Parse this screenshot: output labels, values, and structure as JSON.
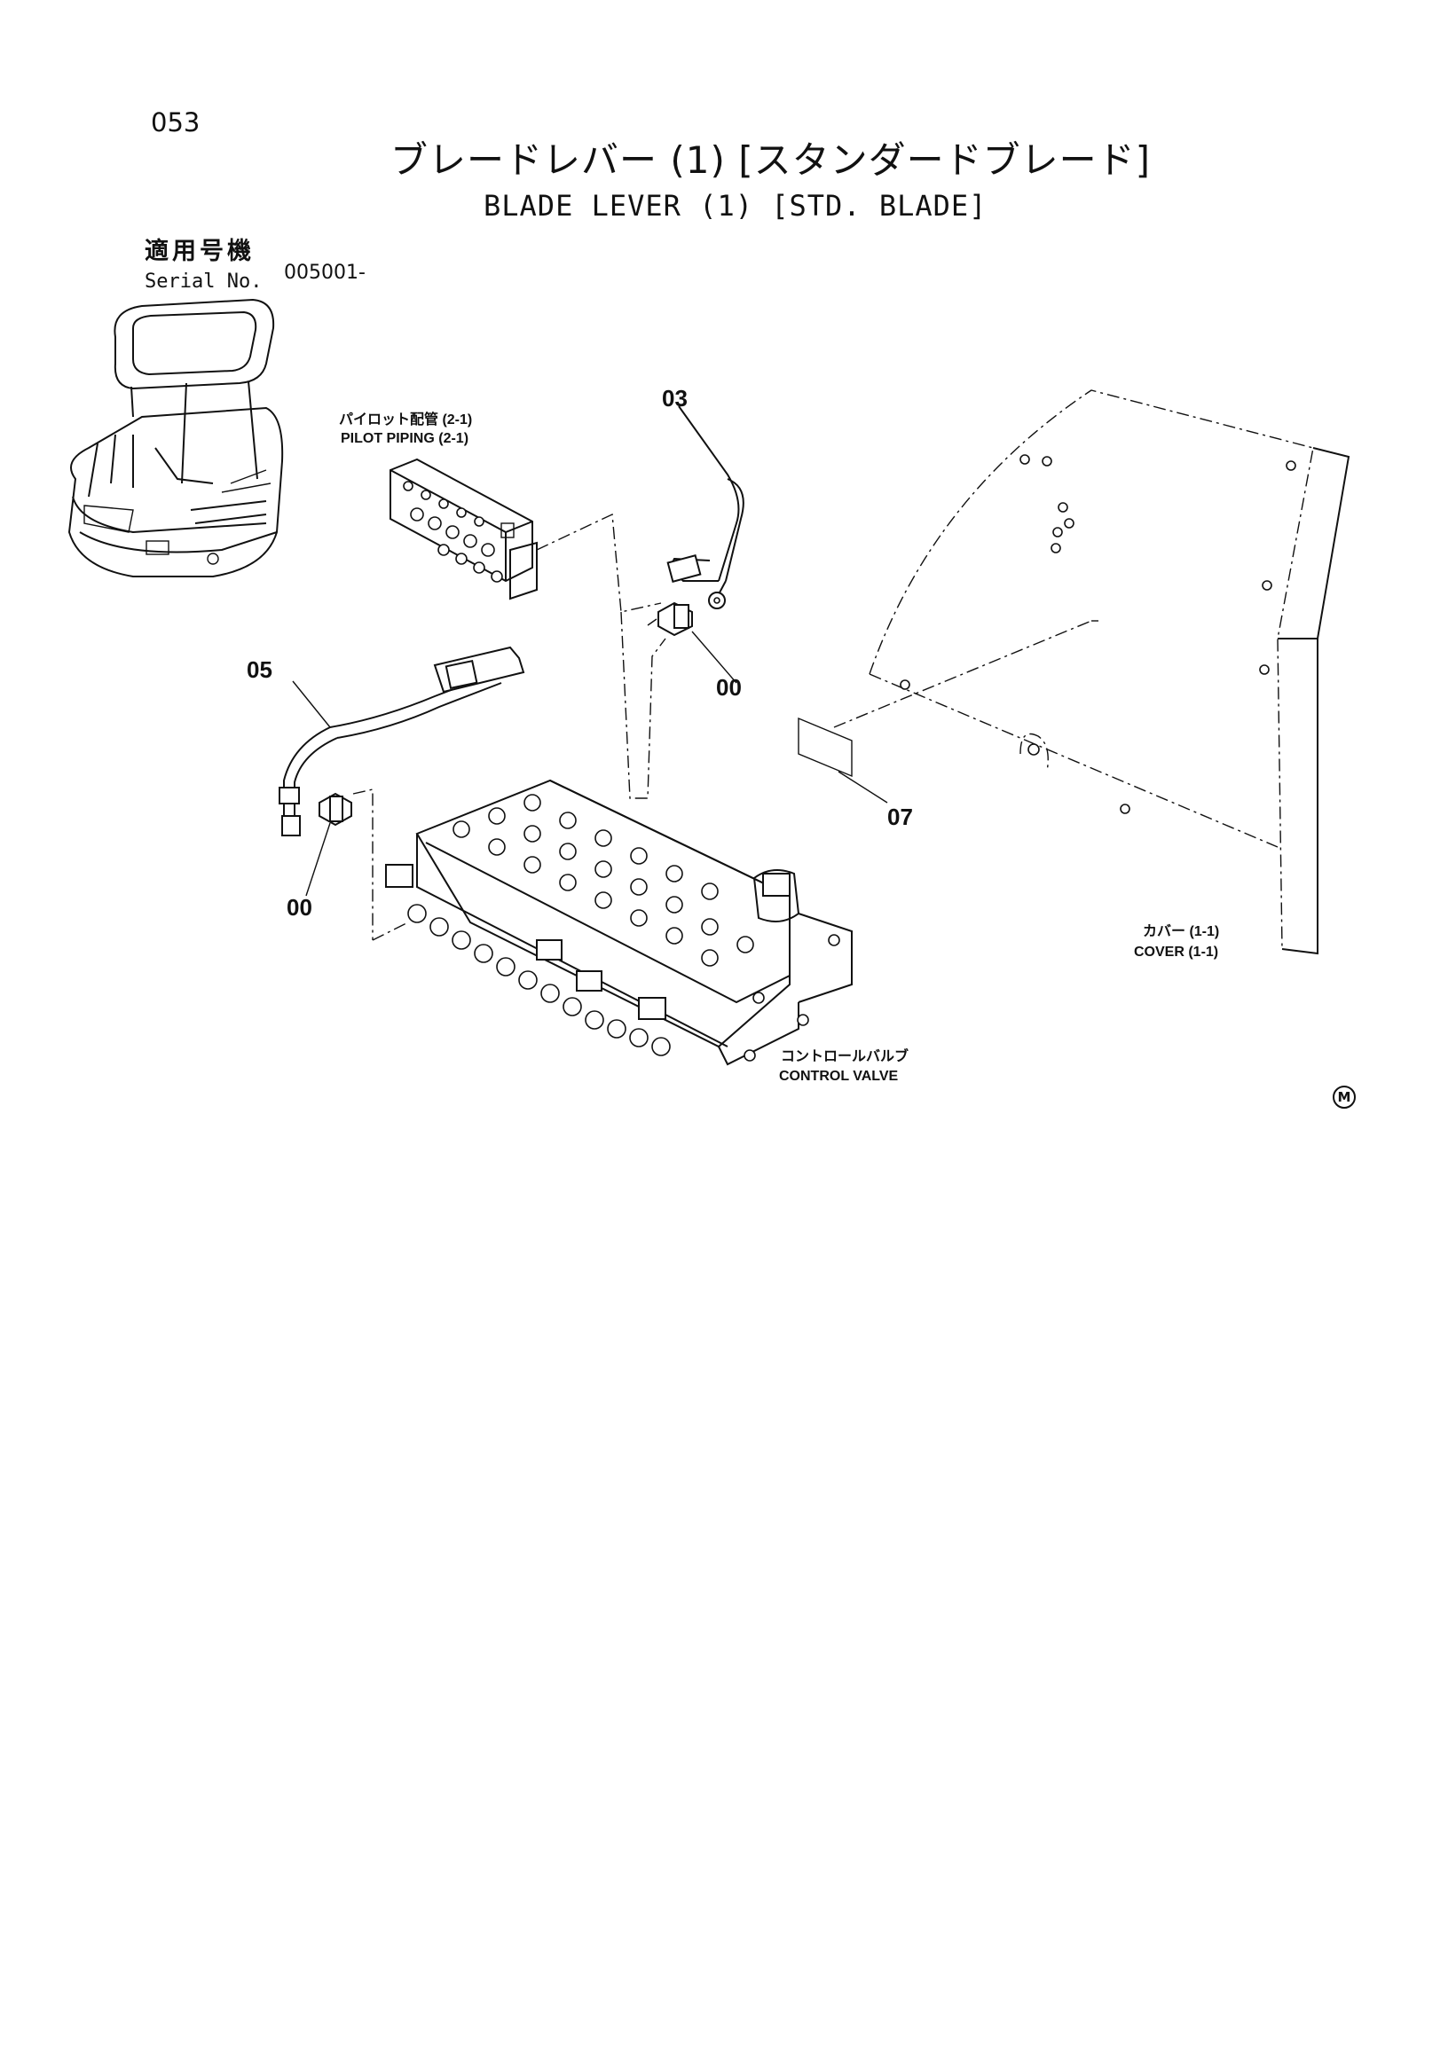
{
  "page": {
    "number": "053",
    "title_jp": "ブレードレバー (1) [スタンダードブレード]",
    "title_en": "BLADE LEVER (1) [STD. BLADE]",
    "serial_label_jp": "適用号機",
    "serial_label_en": "Serial No.",
    "serial_value": "005001-"
  },
  "labels": {
    "pilot_piping_jp": "パイロット配管 (2-1)",
    "pilot_piping_en": "PILOT PIPING (2-1)",
    "cover_jp": "カバー (1-1)",
    "cover_en": "COVER (1-1)",
    "control_valve_jp": "コントロールバルブ",
    "control_valve_en": "CONTROL VALVE"
  },
  "part_numbers": {
    "hose_top": "03",
    "hose_left": "05",
    "adapter_right": "00",
    "plate": "07",
    "adapter_left": "00"
  },
  "mark": "M"
}
